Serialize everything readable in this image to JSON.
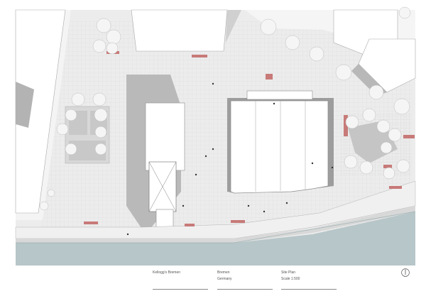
{
  "title_block": {
    "project": "Kellogg's Bremen",
    "city": "Bremen",
    "country": "Germany",
    "sheet": "Site Plan",
    "scale": "Scale 1:500"
  },
  "colors": {
    "paper": "#ffffff",
    "paving": "#e8e6e6",
    "paving_grid": "#d9d6d6",
    "roof": "#ffffff",
    "building_outline": "#9a9a9a",
    "shadow": "#b9b9b9",
    "water": "#b7c6c8",
    "accent_red": "#c77a78",
    "tree_canopy": "#f3f2f2"
  },
  "icons": [
    "north-arrow-icon"
  ]
}
